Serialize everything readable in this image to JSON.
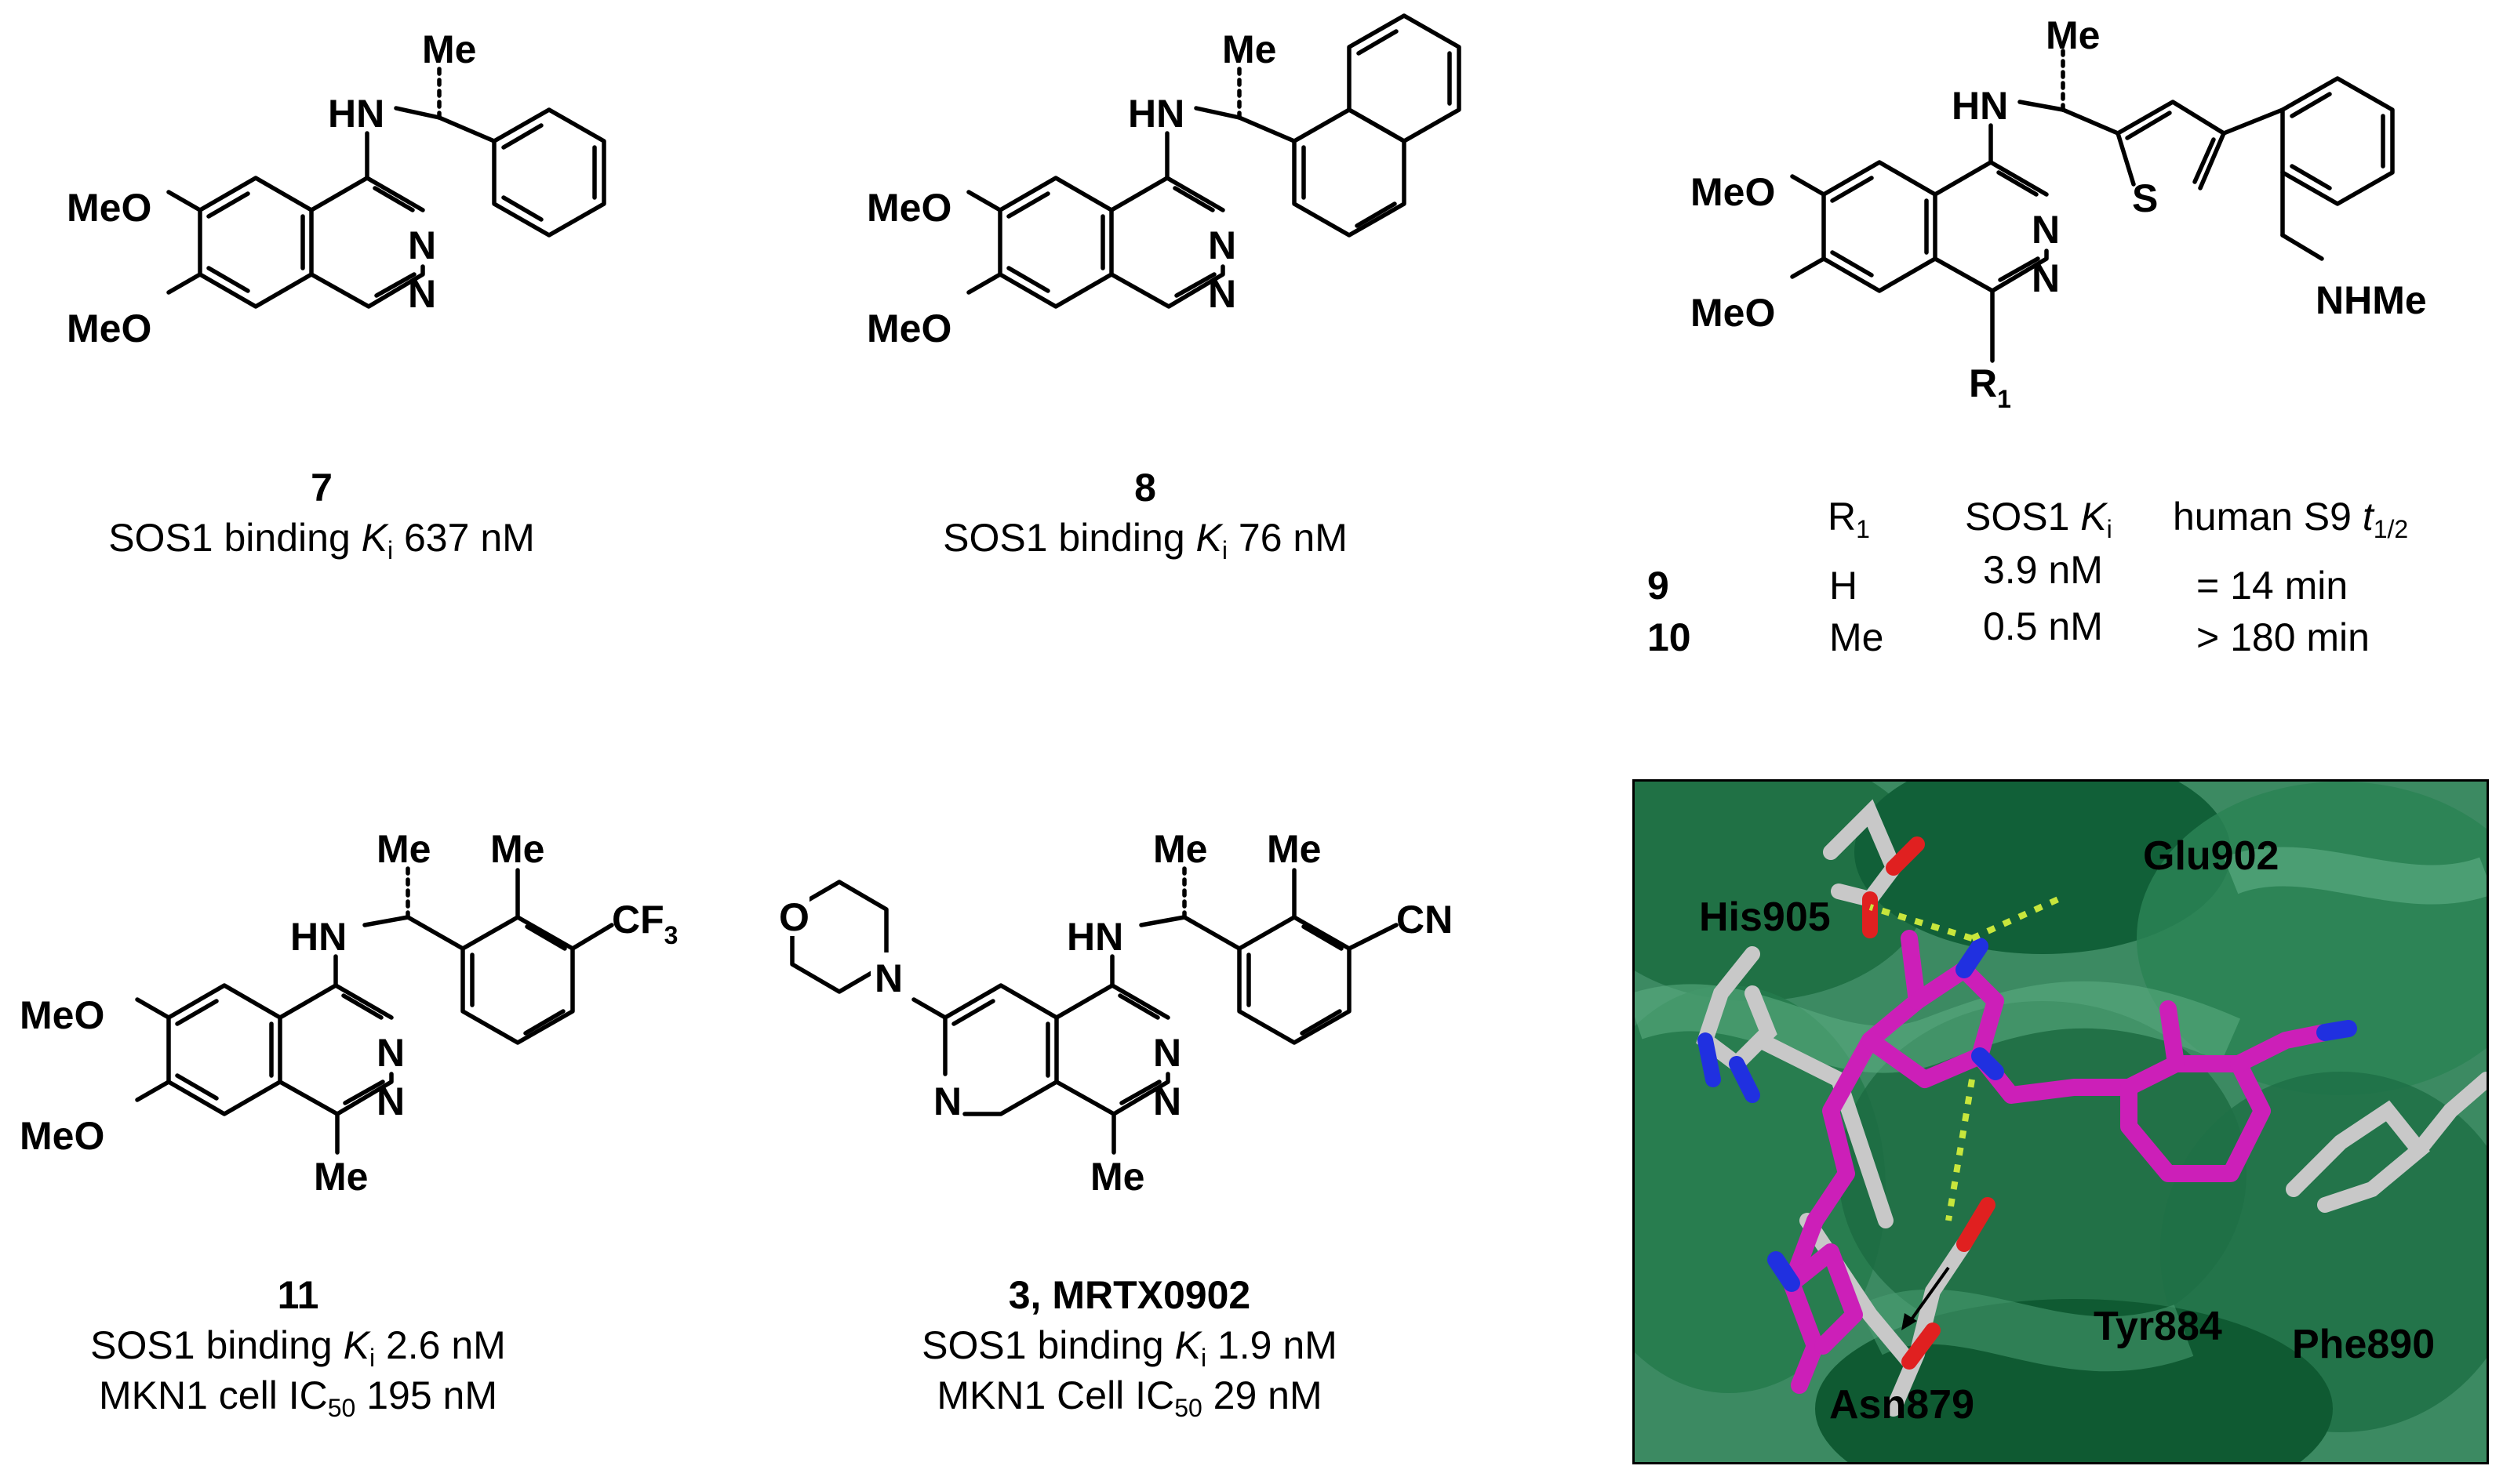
{
  "compounds": [
    {
      "id": "7",
      "caption_lines": [
        {
          "pre": "SOS1 binding ",
          "k": "K",
          "ksub": "i",
          "post": " 637 nM"
        }
      ]
    },
    {
      "id": "8",
      "caption_lines": [
        {
          "pre": "SOS1 binding ",
          "k": "K",
          "ksub": "i",
          "post": " 76 nM"
        }
      ]
    },
    {
      "id": "11",
      "caption_lines": [
        {
          "pre": "SOS1 binding ",
          "k": "K",
          "ksub": "i",
          "post": " 2.6 nM"
        },
        {
          "pre": "MKN1 cell IC",
          "sub": "50",
          "post": " 195 nM"
        }
      ]
    },
    {
      "id": "3, MRTX0902",
      "caption_lines": [
        {
          "pre": "SOS1 binding ",
          "k": "K",
          "ksub": "i",
          "post": " 1.9 nM"
        },
        {
          "pre": "MKN1 Cell IC",
          "sub": "50",
          "post": " 29 nM"
        }
      ]
    }
  ],
  "atom_labels": {
    "me": "Me",
    "hn": "HN",
    "meo": "MeO",
    "n": "N",
    "s": "S",
    "r": "R",
    "r_sub": "1",
    "nhme": "NHMe",
    "cf": "CF",
    "cf_sub": "3",
    "cn": "CN",
    "o": "O"
  },
  "sar_table": {
    "headers": {
      "r1": "R",
      "r1_sub": "1",
      "ki_pre": "SOS1 ",
      "ki_k": "K",
      "ki_sub": "i",
      "t_pre": "human S9 ",
      "t_t": "t",
      "t_sub": "1/2"
    },
    "rows": [
      {
        "cmpd": "9",
        "r1": "H",
        "ki": "3.9 nM",
        "t": "= 14 min"
      },
      {
        "cmpd": "10",
        "r1": "Me",
        "ki": "0.5 nM",
        "t": "> 180 min"
      }
    ]
  },
  "inset": {
    "residues": [
      "Glu902",
      "His905",
      "Tyr884",
      "Phe890",
      "Asn879"
    ],
    "colors": {
      "protein": "#1f7a4a",
      "ligand": "#cc1fb8",
      "hbond": "#c8e63c",
      "residue": "#c8c8c8",
      "oxygen": "#e02020",
      "nitrogen": "#2030e0"
    }
  }
}
